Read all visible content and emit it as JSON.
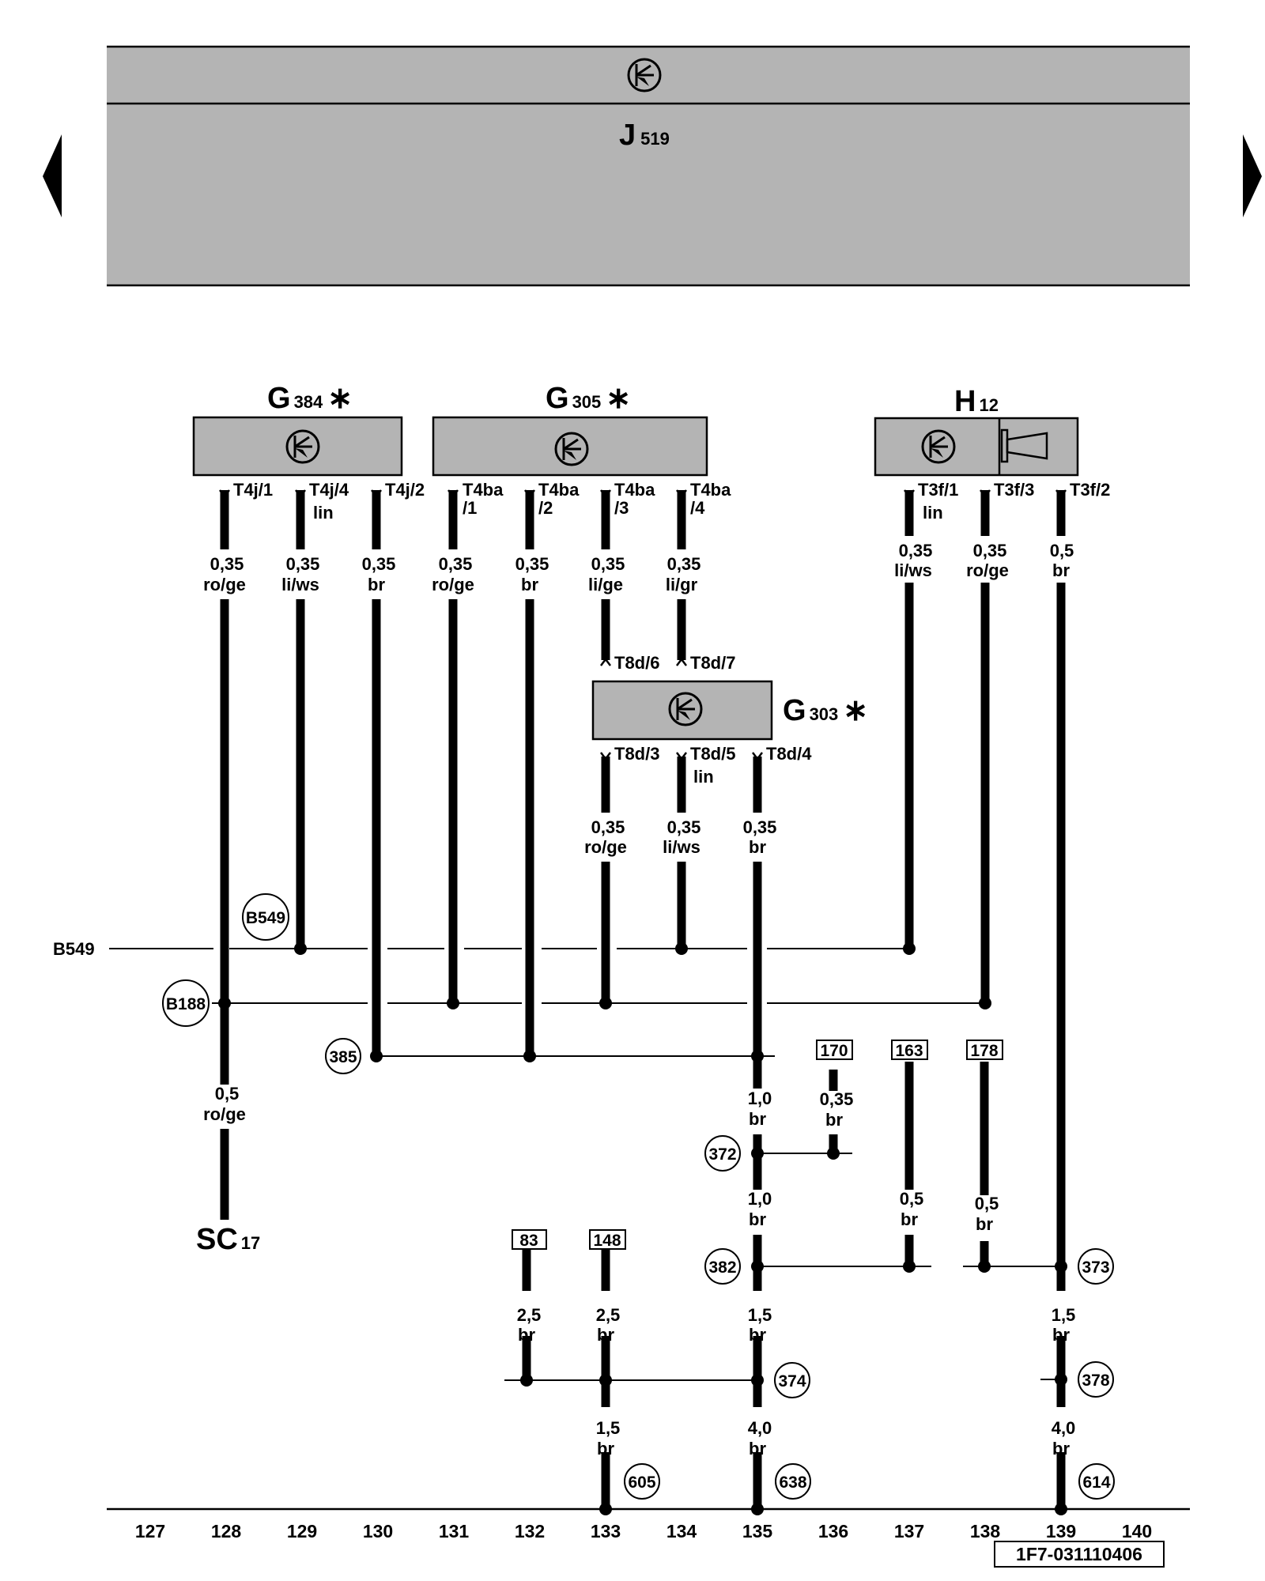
{
  "control_unit": {
    "name": "J",
    "sub": "519"
  },
  "components": {
    "g384": {
      "name": "G",
      "sub": "384",
      "mark": "∗",
      "pins": [
        "T4j/1",
        "T4j/4",
        "lin",
        "T4j/2"
      ]
    },
    "g305": {
      "name": "G",
      "sub": "305",
      "mark": "∗",
      "pins": [
        "T4ba",
        "/1",
        "T4ba",
        "/2",
        "T4ba",
        "/3",
        "T4ba",
        "/4"
      ]
    },
    "h12": {
      "name": "H",
      "sub": "12",
      "pins": [
        "T3f/1",
        "lin",
        "T3f/3",
        "T3f/2"
      ]
    },
    "g303": {
      "name": "G",
      "sub": "303",
      "mark": "∗",
      "pins_top": [
        "T8d/6",
        "T8d/7"
      ],
      "pins_bottom": [
        "T8d/3",
        "T8d/5",
        "lin",
        "T8d/4"
      ]
    }
  },
  "wire_labels": [
    [
      "0,35",
      "ro/ge"
    ],
    [
      "0,35",
      "li/ws"
    ],
    [
      "0,35",
      "br"
    ],
    [
      "0,35",
      "ro/ge"
    ],
    [
      "0,35",
      "br"
    ],
    [
      "0,35",
      "li/ge"
    ],
    [
      "0,35",
      "li/gr"
    ],
    [
      "0,35",
      "li/ws"
    ],
    [
      "0,35",
      "ro/ge"
    ],
    [
      "0,5",
      "br"
    ],
    [
      "0,35",
      "ro/ge"
    ],
    [
      "0,35",
      "li/ws"
    ],
    [
      "0,35",
      "br"
    ],
    [
      "0,5",
      "ro/ge"
    ],
    [
      "1,0",
      "br"
    ],
    [
      "0,35",
      "br"
    ],
    [
      "1,0",
      "br"
    ],
    [
      "0,5",
      "br"
    ],
    [
      "0,5",
      "br"
    ],
    [
      "2,5",
      "br"
    ],
    [
      "2,5",
      "br"
    ],
    [
      "1,5",
      "br"
    ],
    [
      "1,5",
      "br"
    ],
    [
      "1,5",
      "br"
    ],
    [
      "4,0",
      "br"
    ],
    [
      "4,0",
      "br"
    ]
  ],
  "connections": [
    "B549",
    "B188",
    "385",
    "372",
    "382",
    "373",
    "374",
    "378",
    "605",
    "638",
    "614"
  ],
  "bus_label": "B549",
  "ref_boxes": [
    "170",
    "163",
    "178",
    "83",
    "148"
  ],
  "ground": {
    "name": "SC",
    "sub": "17"
  },
  "axis": [
    "127",
    "128",
    "129",
    "130",
    "131",
    "132",
    "133",
    "134",
    "135",
    "136",
    "137",
    "138",
    "139",
    "140"
  ],
  "doc_id": "1F7-031110406"
}
